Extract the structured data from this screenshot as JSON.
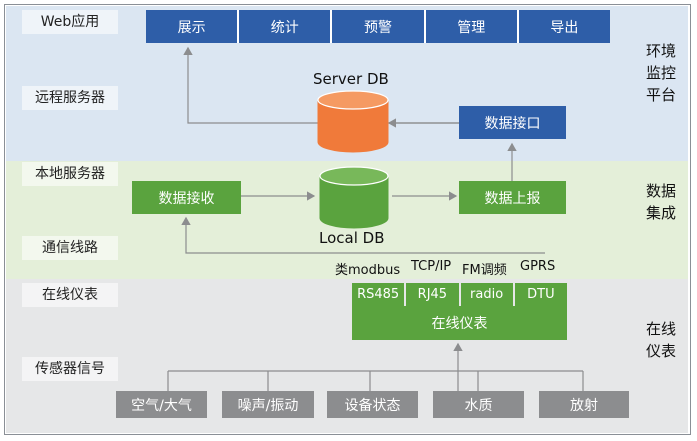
{
  "left_labels": {
    "web": "Web应用",
    "remote_server": "远程服务器",
    "local_server": "本地服务器",
    "comm_line": "通信线路",
    "online_meter": "在线仪表",
    "sensor_signal": "传感器信号"
  },
  "right_labels": {
    "platform": "环境监控平台",
    "integration": "数据集成",
    "online": "在线仪表"
  },
  "nav": [
    "展示",
    "统计",
    "预警",
    "管理",
    "导出"
  ],
  "server_db": "Server DB",
  "local_db": "Local DB",
  "data_interface": "数据接口",
  "data_receive": "数据接收",
  "data_upload": "数据上报",
  "protocols": [
    "类modbus",
    "TCP/IP",
    "FM调频",
    "GPRS"
  ],
  "interfaces": [
    "RS485",
    "RJ45",
    "radio",
    "DTU"
  ],
  "online_meter_box": "在线仪表",
  "sensors": [
    "空气/大气",
    "噪声/振动",
    "设备状态",
    "水质",
    "放射"
  ],
  "colors": {
    "blue": "#2e5ea8",
    "green": "#5aa33e",
    "orange": "#f07a3a",
    "grey": "#8c8d8f"
  }
}
